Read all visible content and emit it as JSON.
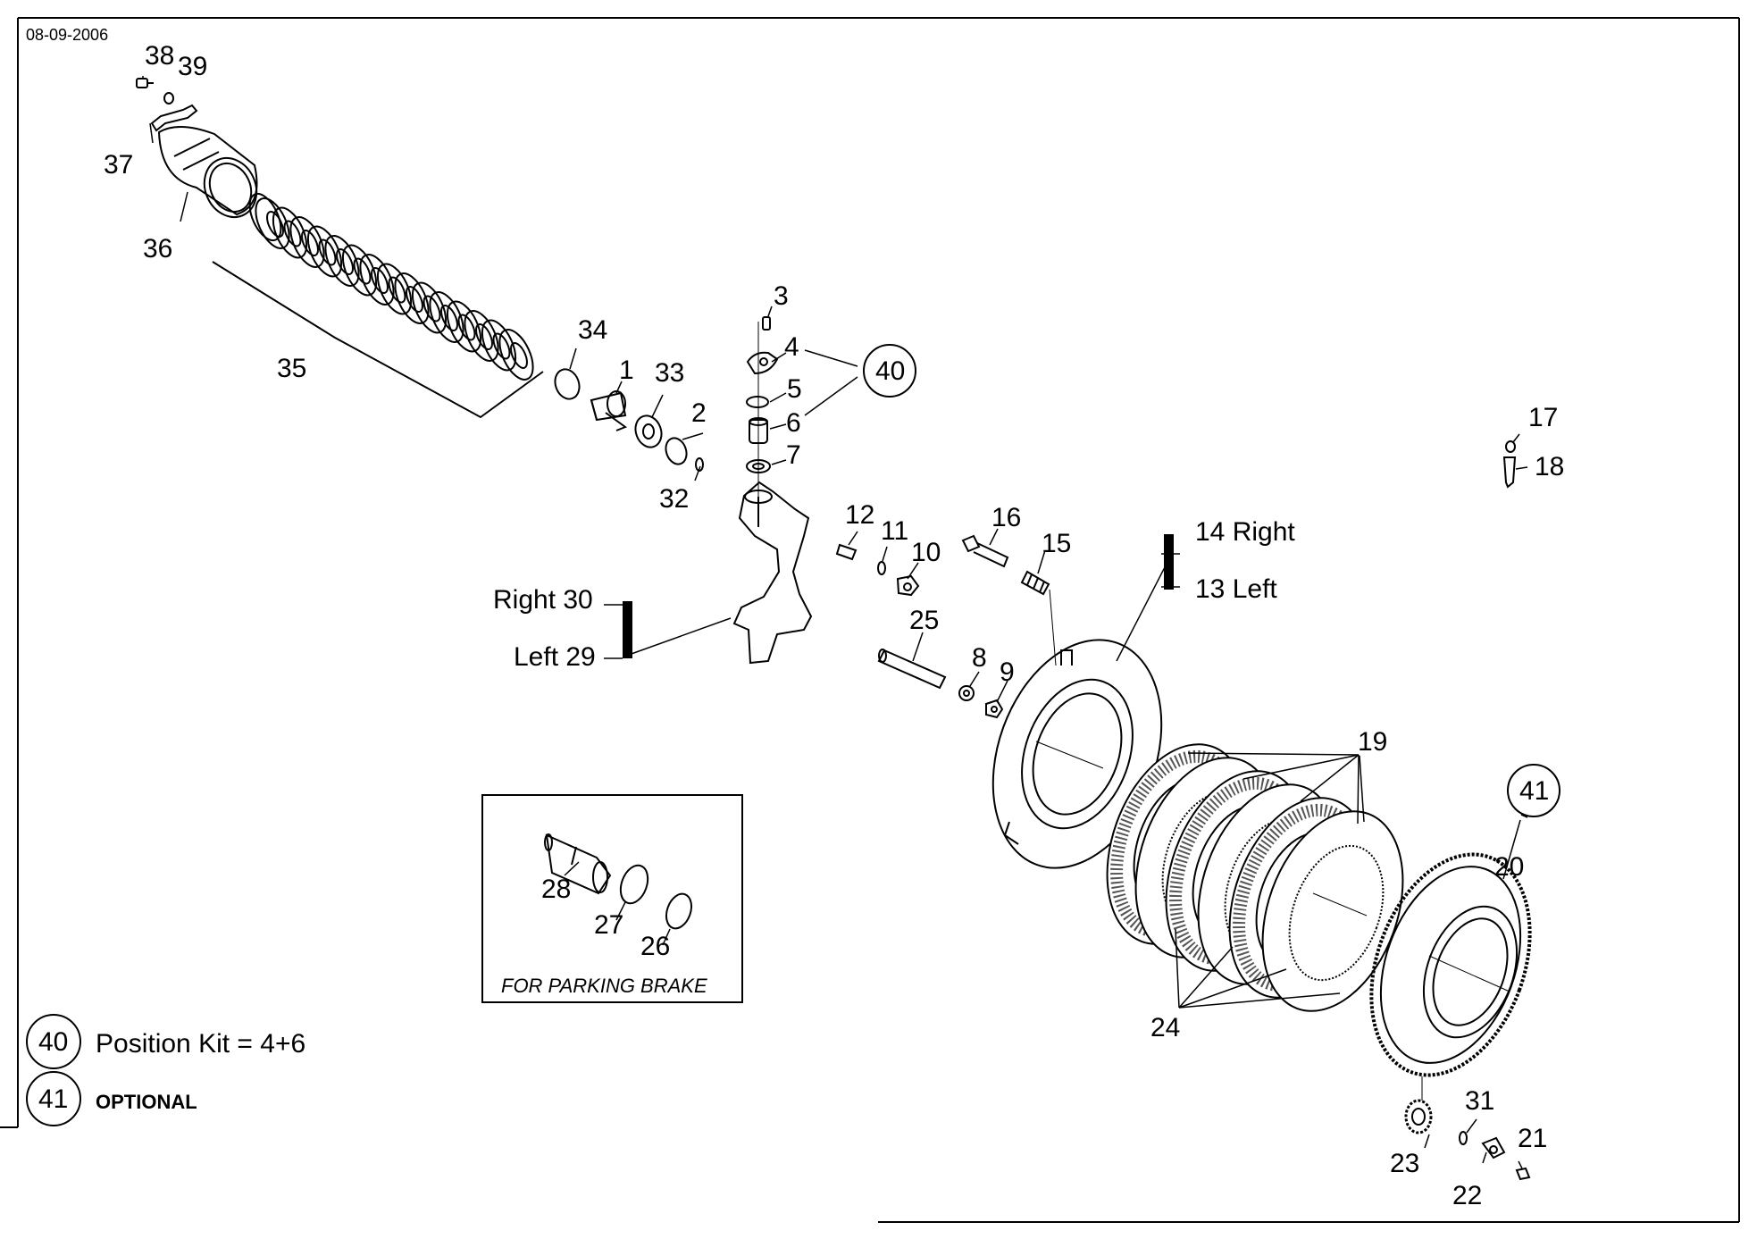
{
  "date": "08-09-2006",
  "callouts": [
    {
      "id": "c38",
      "text": "38"
    },
    {
      "id": "c39",
      "text": "39"
    },
    {
      "id": "c37",
      "text": "37"
    },
    {
      "id": "c36",
      "text": "36"
    },
    {
      "id": "c35",
      "text": "35"
    },
    {
      "id": "c34",
      "text": "34"
    },
    {
      "id": "c1",
      "text": "1"
    },
    {
      "id": "c33",
      "text": "33"
    },
    {
      "id": "c2",
      "text": "2"
    },
    {
      "id": "c32",
      "text": "32"
    },
    {
      "id": "c3",
      "text": "3"
    },
    {
      "id": "c4",
      "text": "4"
    },
    {
      "id": "c5",
      "text": "5"
    },
    {
      "id": "c6",
      "text": "6"
    },
    {
      "id": "c7",
      "text": "7"
    },
    {
      "id": "c12",
      "text": "12"
    },
    {
      "id": "c11",
      "text": "11"
    },
    {
      "id": "c10",
      "text": "10"
    },
    {
      "id": "c16",
      "text": "16"
    },
    {
      "id": "c15",
      "text": "15"
    },
    {
      "id": "c25",
      "text": "25"
    },
    {
      "id": "c8",
      "text": "8"
    },
    {
      "id": "c9",
      "text": "9"
    },
    {
      "id": "c17",
      "text": "17"
    },
    {
      "id": "c18",
      "text": "18"
    },
    {
      "id": "c19",
      "text": "19"
    },
    {
      "id": "c20",
      "text": "20"
    },
    {
      "id": "c24",
      "text": "24"
    },
    {
      "id": "c23",
      "text": "23"
    },
    {
      "id": "c22",
      "text": "22"
    },
    {
      "id": "c21",
      "text": "21"
    },
    {
      "id": "c31",
      "text": "31"
    },
    {
      "id": "c28",
      "text": "28"
    },
    {
      "id": "c27",
      "text": "27"
    },
    {
      "id": "c26",
      "text": "26"
    }
  ],
  "variant_labels": {
    "right30": "Right 30",
    "left29": "Left 29",
    "right14": "14 Right",
    "left13": "13 Left"
  },
  "kit_circles": {
    "k40": "40",
    "k41": "41"
  },
  "inset": {
    "caption": "FOR PARKING BRAKE"
  },
  "legend": {
    "item40_num": "40",
    "item40_text": "Position Kit = 4+6",
    "item41_num": "41",
    "item41_text": "OPTIONAL"
  }
}
